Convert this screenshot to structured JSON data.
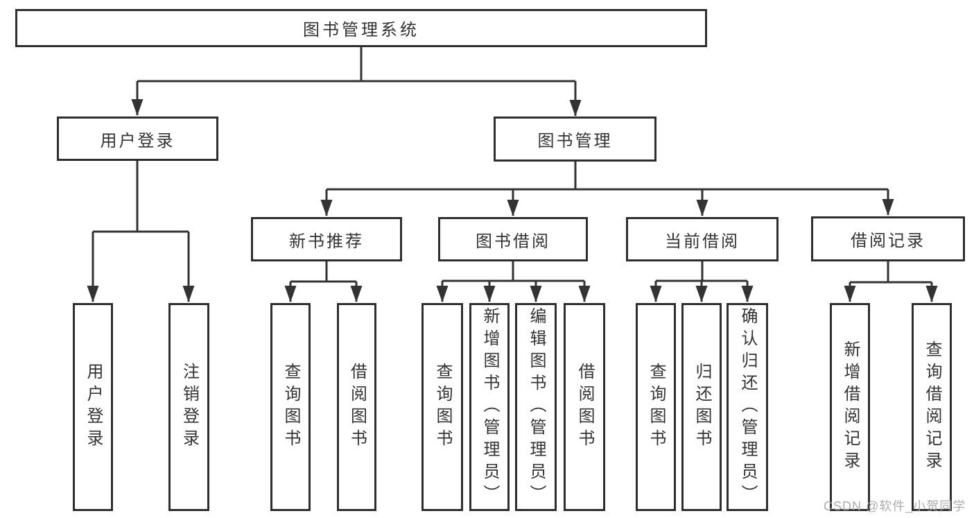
{
  "diagram_title": "图书管理系统",
  "nodes": {
    "root": "图书管理系统",
    "user_login": "用户登录",
    "book_mgmt": "图书管理",
    "new_book_rec": "新书推荐",
    "book_borrow": "图书借阅",
    "current_borrow": "当前借阅",
    "borrow_records": "借阅记录",
    "leaf_user_login": "用户登录",
    "leaf_logout": "注销登录",
    "nb_query_books": "查询图书",
    "nb_borrow_books": "借阅图书",
    "bb_query_books": "查询图书",
    "bb_add_books": "新增图书（管理员）",
    "bb_edit_books": "编辑图书（管理员）",
    "bb_borrow_books": "借阅图书",
    "cb_query_books": "查询图书",
    "cb_return_books": "归还图书",
    "cb_confirm_return": "确认归还（管理员）",
    "br_add_record": "新增借阅记录",
    "br_query_record": "查询借阅记录"
  },
  "hierarchy": {
    "图书管理系统": {
      "用户登录": [
        "用户登录",
        "注销登录"
      ],
      "图书管理": {
        "新书推荐": [
          "查询图书",
          "借阅图书"
        ],
        "图书借阅": [
          "查询图书",
          "新增图书（管理员）",
          "编辑图书（管理员）",
          "借阅图书"
        ],
        "当前借阅": [
          "查询图书",
          "归还图书",
          "确认归还（管理员）"
        ],
        "借阅记录": [
          "新增借阅记录",
          "查询借阅记录"
        ]
      }
    }
  },
  "watermark": "CSDN @软件_小贺同学",
  "colors": {
    "line": "#333333",
    "box_border": "#2e2e2e",
    "text": "#333333",
    "watermark": "#a4a4a4",
    "background": "#ffffff"
  }
}
